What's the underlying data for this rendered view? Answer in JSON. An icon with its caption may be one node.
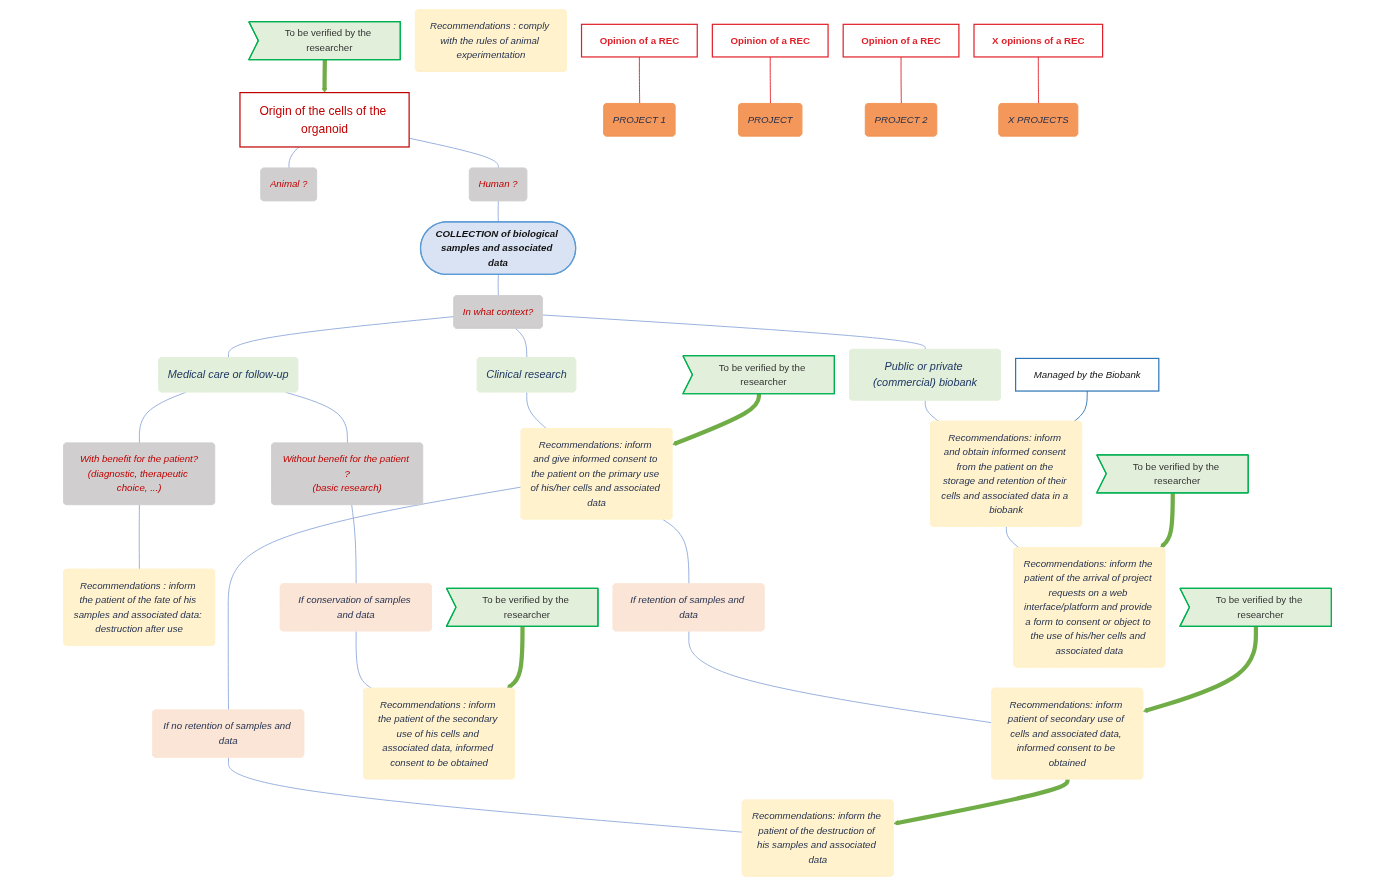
{
  "diagram": {
    "nodes": [
      {
        "text": [
          "Origin of the cells of the organoid"
        ]
      },
      {
        "text": [
          "To be verified by the researcher"
        ]
      },
      {
        "text": [
          "Animal ?"
        ]
      },
      {
        "text": [
          "Human ?"
        ]
      },
      {
        "text": [
          "Recommendations : comply with the rules of animal experimentation"
        ]
      },
      {
        "text": [
          "COLLECTION of biological samples and associated data"
        ]
      },
      {
        "text": [
          "In what context?"
        ]
      },
      {
        "text": [
          "Medical care or follow-up"
        ]
      },
      {
        "text": [
          "Clinical research"
        ]
      },
      {
        "text": [
          "Public or private (commercial) biobank"
        ]
      },
      {
        "text": [
          "With benefit for the patient?",
          "(diagnostic, therapeutic choice, ...)"
        ]
      },
      {
        "text": [
          "Without benefit for the patient ?",
          "(basic research)"
        ]
      },
      {
        "text": [
          "Recommendations: inform and give informed consent to the patient on the primary use of his/her cells and associated data"
        ]
      },
      {
        "text": [
          "To be verified by the researcher"
        ]
      },
      {
        "text": [
          "Recommendations: inform and obtain informed consent from the patient on the storage and retention of their cells and associated data in a biobank"
        ]
      },
      {
        "text": [
          "Managed by the Biobank"
        ]
      },
      {
        "text": [
          "Recommendations : inform the patient of the fate of his samples and associated data: destruction after use"
        ]
      },
      {
        "text": [
          "PROJECT 1"
        ]
      },
      {
        "text": [
          "Opinion of a REC"
        ]
      },
      {
        "text": [
          "If conservation of samples and data"
        ]
      },
      {
        "text": [
          "If no retention of samples and data"
        ]
      },
      {
        "text": [
          "If retention of samples and data"
        ]
      },
      {
        "text": [
          "To be verified by the researcher"
        ]
      },
      {
        "text": [
          "Recommendations : inform the patient of the secondary use of his cells and associated data, informed consent to be obtained"
        ]
      },
      {
        "text": [
          "Recommendations: inform the patient of the destruction of his samples and associated data"
        ]
      },
      {
        "text": [
          "Recommendations: inform patient of secondary use of cells and associated data, informed consent to be obtained"
        ]
      },
      {
        "text": [
          "To be verified by the researcher"
        ]
      },
      {
        "text": [
          "Recommendations: inform the patient of the arrival of project requests on a web interface/platform and provide a form to consent or object to the use of his/her cells and associated data"
        ]
      },
      {
        "text": [
          "To be verified by the researcher"
        ]
      },
      {
        "text": [
          "PROJECT"
        ]
      },
      {
        "text": [
          "Opinion of a REC"
        ]
      },
      {
        "text": [
          "PROJECT 2"
        ]
      },
      {
        "text": [
          "Opinion of a REC"
        ]
      },
      {
        "text": [
          "X PROJECTS"
        ]
      },
      {
        "text": [
          "X opinions of a REC"
        ]
      }
    ],
    "edges": [
      {
        "from": 1,
        "to": 0,
        "arrow": "to",
        "style": "thick",
        "color": "#70ad47"
      },
      {
        "from": 0,
        "to": 2,
        "arrow": "none"
      },
      {
        "from": 0,
        "to": 3,
        "arrow": "none"
      },
      {
        "from": 3,
        "to": 5,
        "arrow": "none"
      },
      {
        "from": 5,
        "to": 6,
        "arrow": "none"
      },
      {
        "from": 6,
        "to": 7,
        "arrow": "none"
      },
      {
        "from": 6,
        "to": 8,
        "arrow": "none"
      },
      {
        "from": 6,
        "to": 9,
        "arrow": "none"
      },
      {
        "from": 7,
        "to": 10,
        "arrow": "none"
      },
      {
        "from": 7,
        "to": 11,
        "arrow": "none"
      },
      {
        "from": 10,
        "to": 16,
        "arrow": "none"
      },
      {
        "from": 11,
        "to": 19,
        "arrow": "none"
      },
      {
        "from": 19,
        "to": 23,
        "arrow": "none"
      },
      {
        "from": 22,
        "to": 23,
        "arrow": "to",
        "style": "thick",
        "color": "#70ad47"
      },
      {
        "from": 8,
        "to": 12,
        "arrow": "none"
      },
      {
        "from": 13,
        "to": 12,
        "arrow": "to",
        "style": "thick",
        "color": "#70ad47"
      },
      {
        "from": 12,
        "to": 20,
        "arrow": "none"
      },
      {
        "from": 12,
        "to": 21,
        "arrow": "none"
      },
      {
        "from": 20,
        "to": 24,
        "arrow": "none"
      },
      {
        "from": 21,
        "to": 25,
        "arrow": "none"
      },
      {
        "from": 25,
        "to": 24,
        "arrow": "to",
        "style": "thick",
        "color": "#70ad47"
      },
      {
        "from": 26,
        "to": 25,
        "arrow": "to",
        "style": "thick",
        "color": "#70ad47"
      },
      {
        "from": 9,
        "to": 14,
        "arrow": "none"
      },
      {
        "from": 15,
        "to": 14,
        "arrow": "none",
        "color": "#2e75b6"
      },
      {
        "from": 14,
        "to": 27,
        "arrow": "none"
      },
      {
        "from": 28,
        "to": 27,
        "arrow": "to",
        "style": "thick",
        "color": "#70ad47"
      },
      {
        "from": 18,
        "to": 17,
        "arrow": "none",
        "color": "#e0202a"
      },
      {
        "from": 30,
        "to": 29,
        "arrow": "none",
        "color": "#e0202a"
      },
      {
        "from": 32,
        "to": 31,
        "arrow": "none",
        "color": "#e0202a"
      },
      {
        "from": 34,
        "to": 33,
        "arrow": "none",
        "color": "#e0202a"
      }
    ]
  }
}
